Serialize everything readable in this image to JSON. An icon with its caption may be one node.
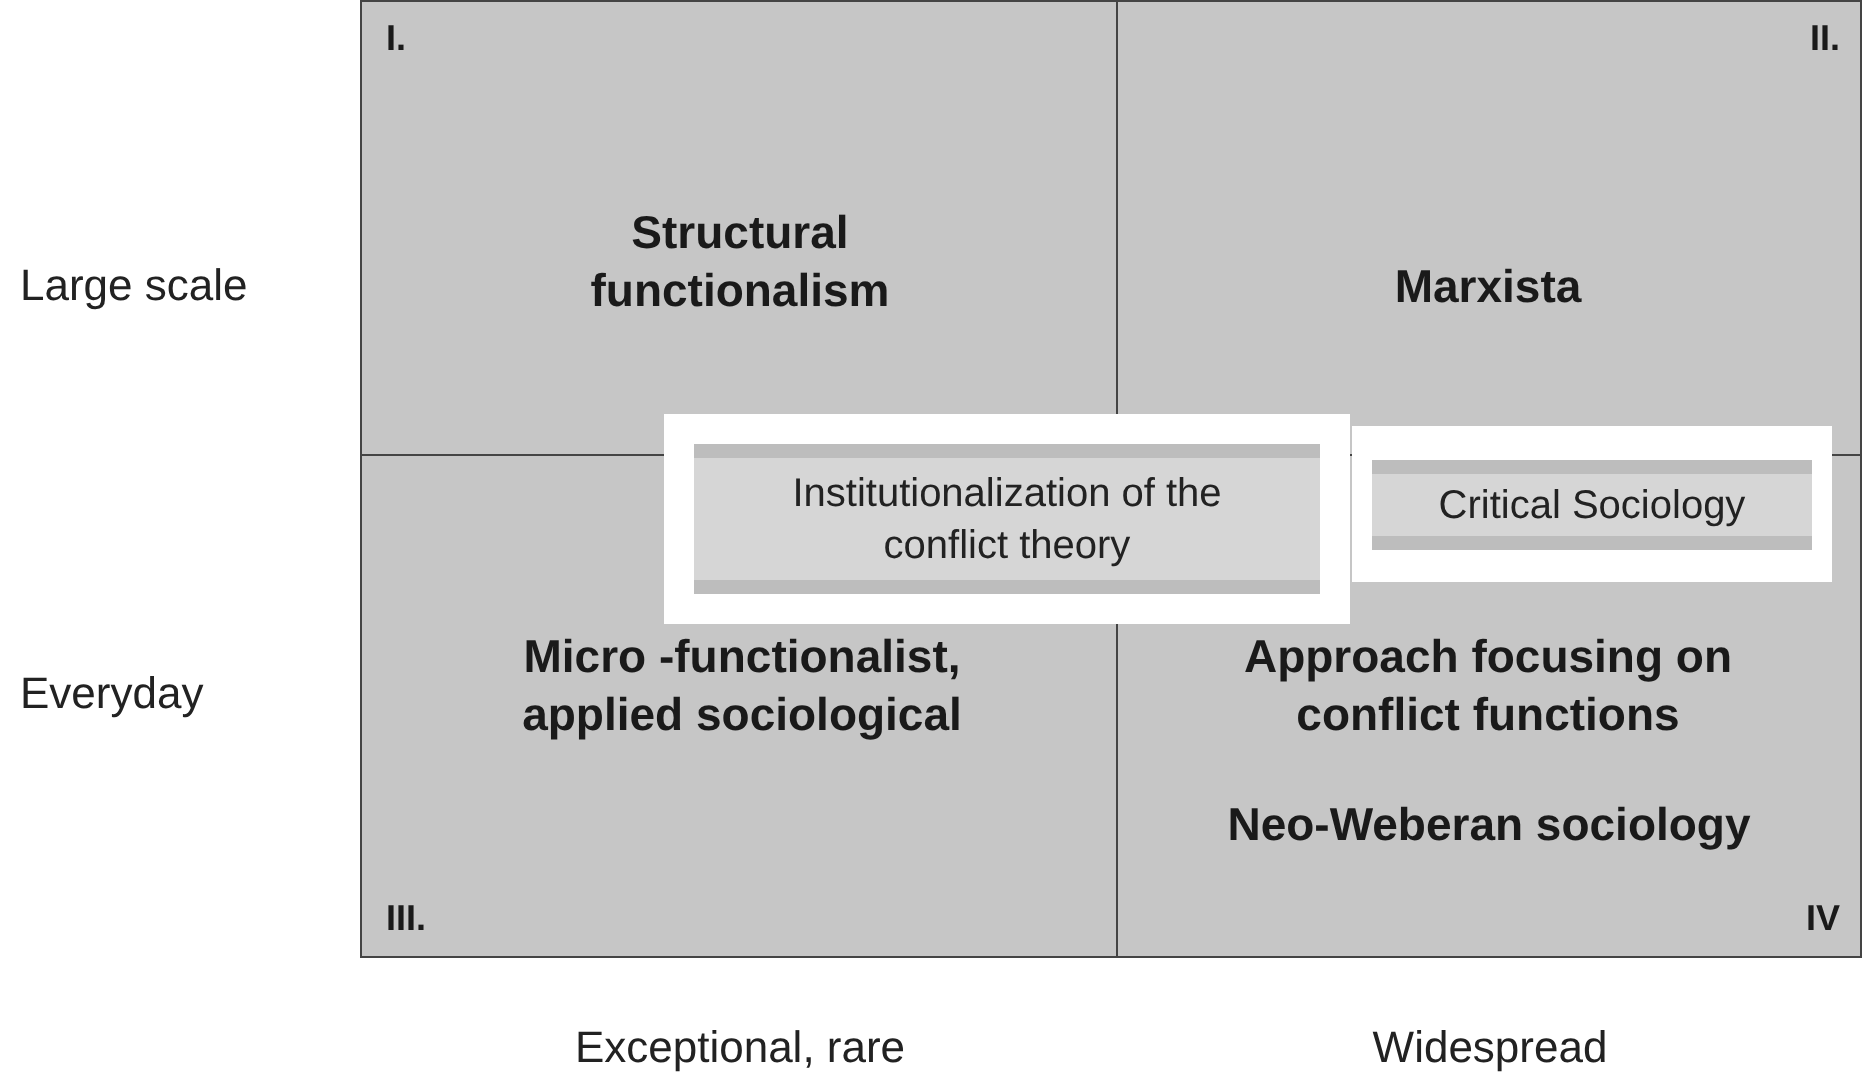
{
  "diagram": {
    "nodes": [
      {
        "text": [
          "I.",
          "Structural functionalism"
        ]
      },
      {
        "text": [
          "II.",
          "Marxista"
        ]
      },
      {
        "text": [
          "Institutionalization of the conflict theory"
        ]
      },
      {
        "text": [
          "Critical Sociology"
        ]
      },
      {
        "text": [
          "Micro -functionalist, applied sociological",
          "III."
        ]
      },
      {
        "text": [
          "Approach focusing on conflict functions",
          "Neo-Weberan sociology",
          "IV"
        ]
      }
    ],
    "edges": [],
    "labels": [
      "Large scale",
      "Everyday",
      "Exceptional, rare",
      "Widespread"
    ]
  }
}
